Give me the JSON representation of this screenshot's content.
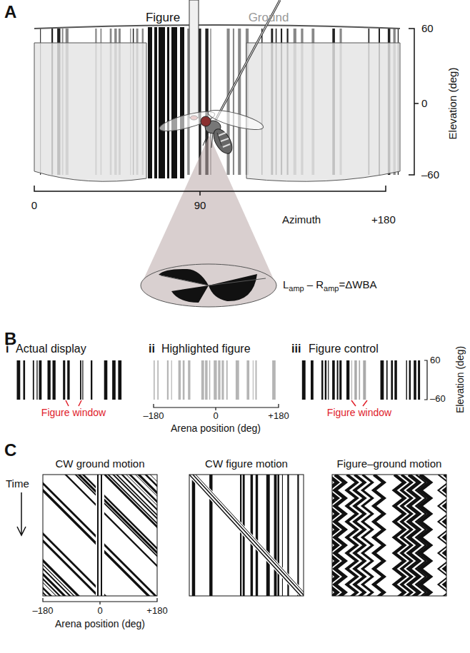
{
  "diagram": {
    "labels": [
      "A",
      "Figure",
      "Ground",
      "60",
      "0",
      "–60",
      "Elevation (deg)",
      "0",
      "90",
      "Azimuth",
      "+180",
      "L",
      "amp",
      "– R",
      "amp",
      "=ΔWBA",
      "B",
      "i",
      "Actual display",
      "ii",
      "Highlighted figure",
      "iii",
      "Figure control",
      "60",
      "–60",
      "Elevation (deg)",
      "Figure window",
      "Figure window",
      "–180",
      "0",
      "+180",
      "Arena position (deg)",
      "C",
      "CW ground motion",
      "CW figure motion",
      "Figure–ground motion",
      "Time",
      "–180",
      "0",
      "+180",
      "Arena position (deg)"
    ]
  }
}
